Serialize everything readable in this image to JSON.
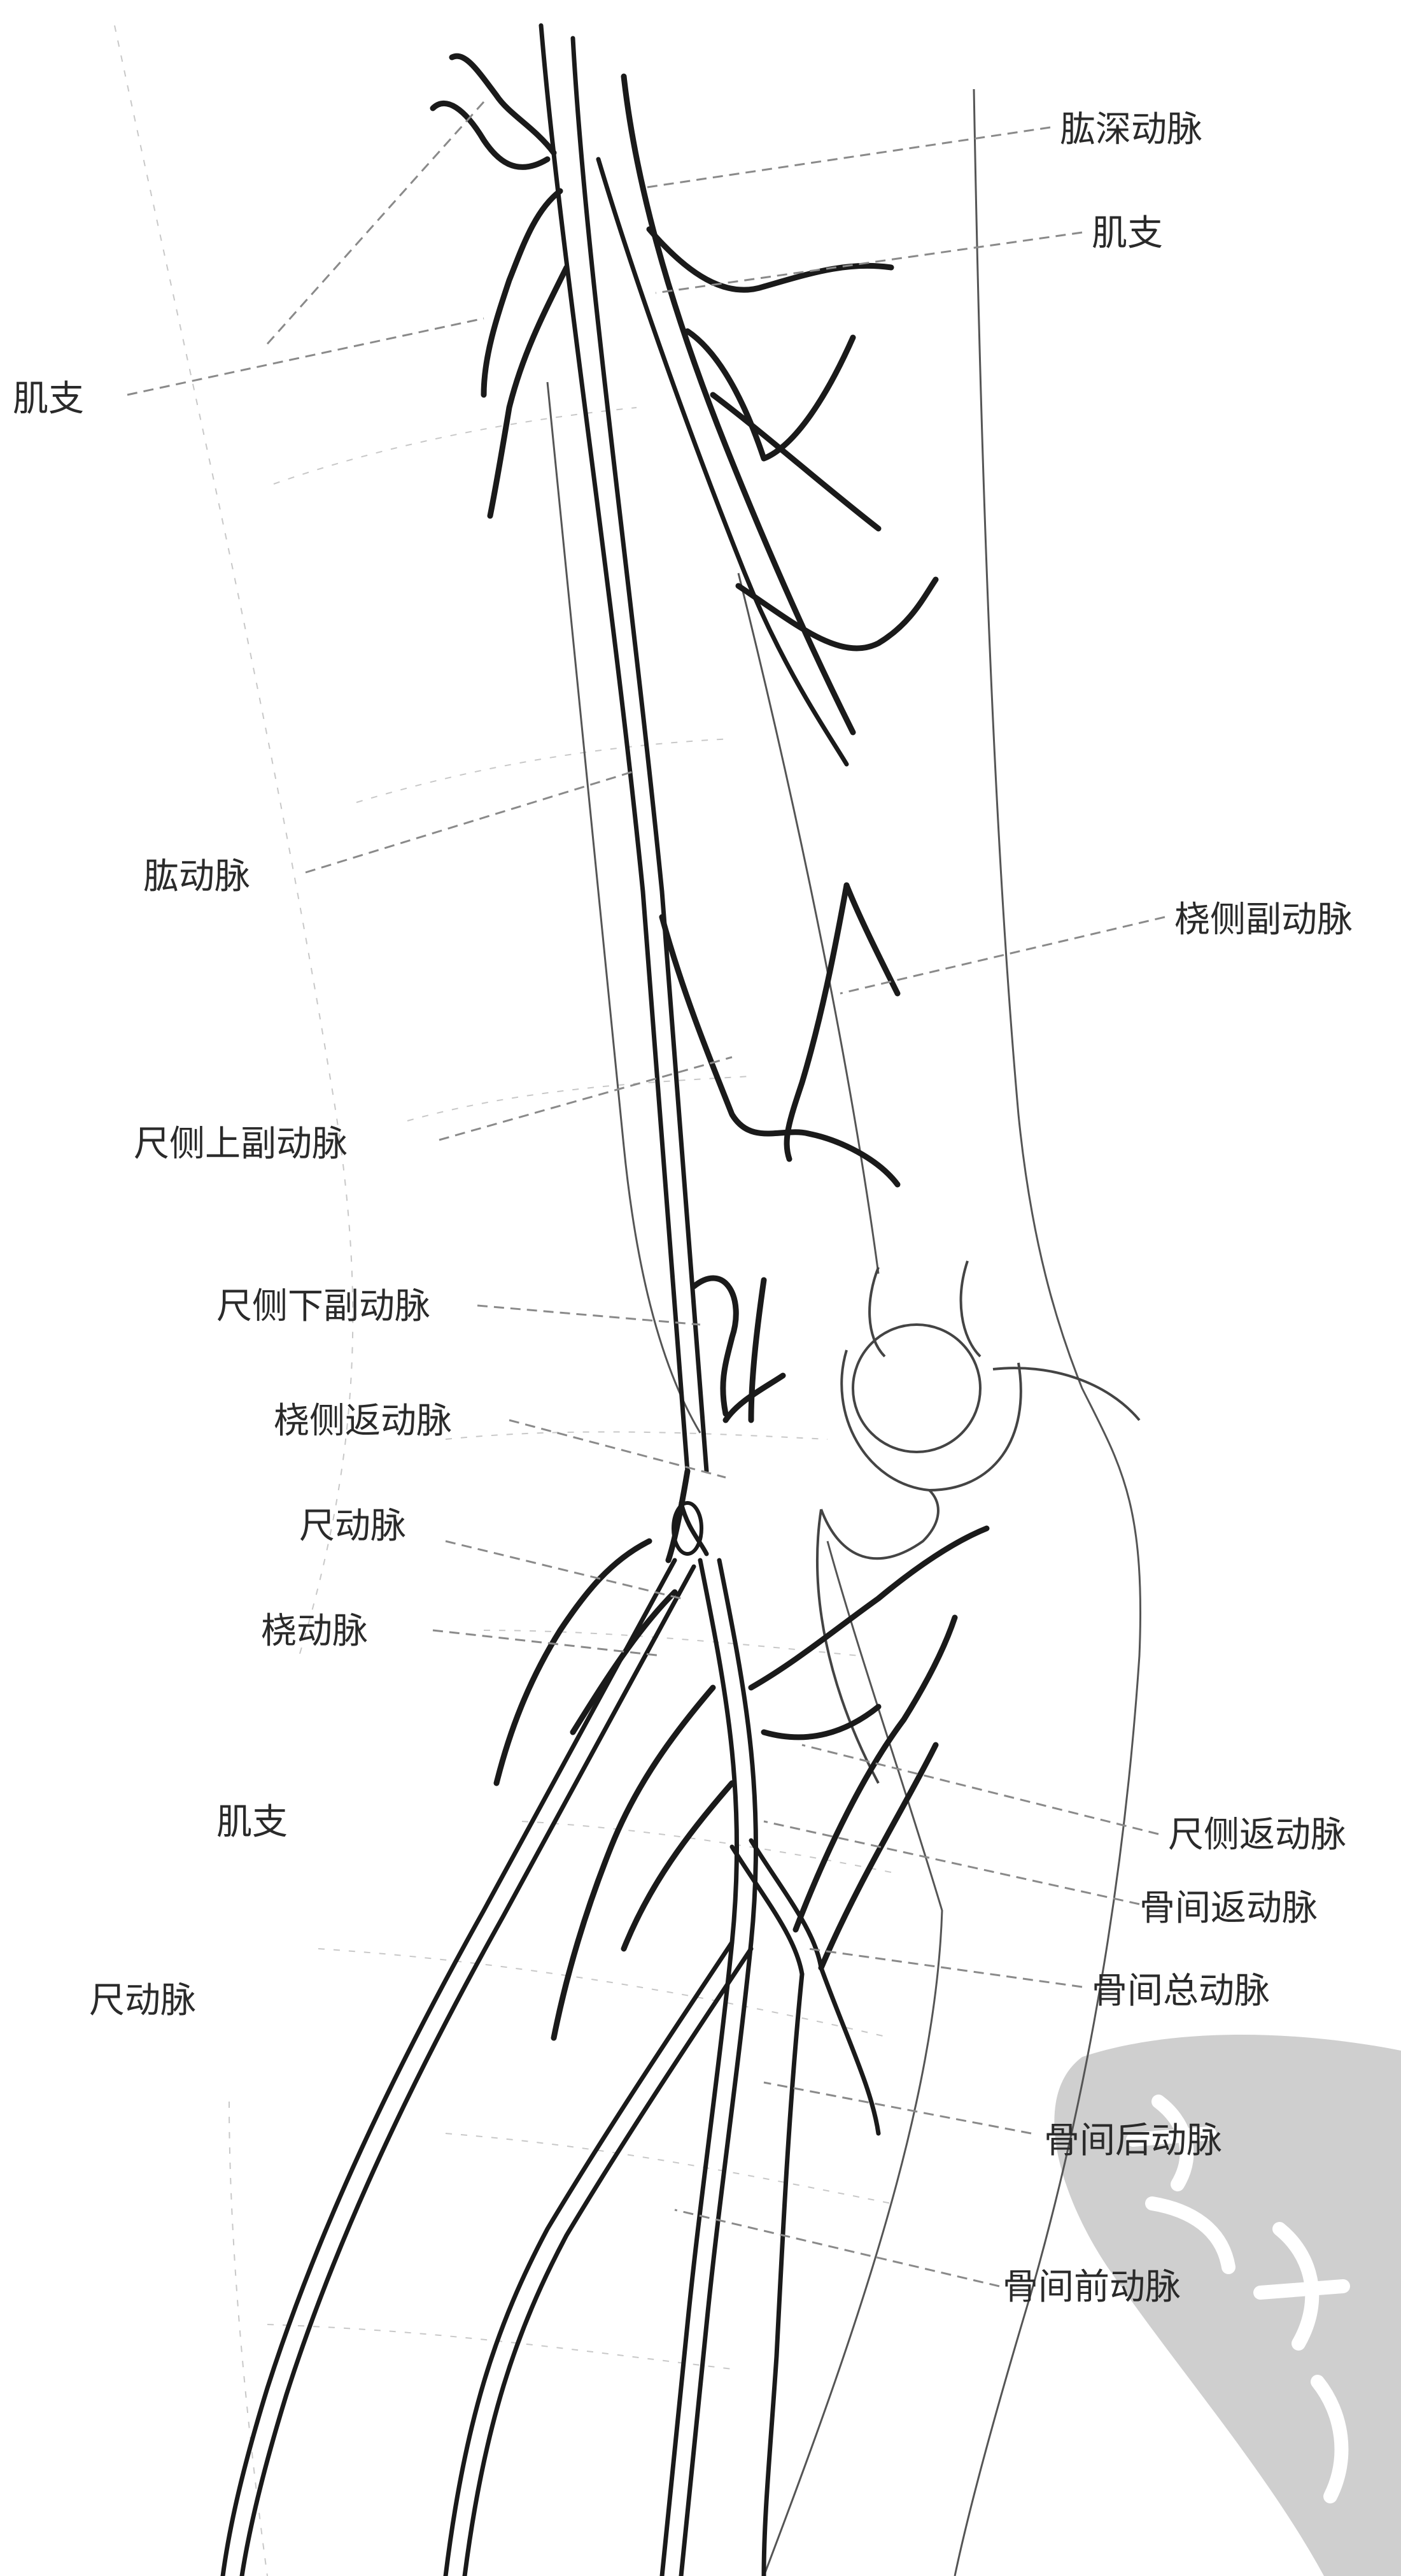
{
  "labels": {
    "profunda_brachii": "肱深动脉",
    "muscular_branch_right": "肌支",
    "muscular_branch_left_top": "肌支",
    "brachial_artery": "肱动脉",
    "radial_collateral": "桡侧副动脉",
    "superior_ulnar_collateral": "尺侧上副动脉",
    "inferior_ulnar_collateral": "尺侧下副动脉",
    "radial_recurrent": "桡侧返动脉",
    "ulnar_artery_upper": "尺动脉",
    "radial_artery": "桡动脉",
    "muscular_branch_left_bottom": "肌支",
    "ulnar_artery_lower": "尺动脉",
    "ulnar_recurrent": "尺侧返动脉",
    "interosseous_recurrent": "骨间返动脉",
    "common_interosseous": "骨间总动脉",
    "posterior_interosseous": "骨间后动脉",
    "anterior_interosseous": "骨间前动脉"
  },
  "colors": {
    "vessel": "#1a1a1a",
    "leader": "#8a8a8a",
    "watermark": "#cfcfcf"
  }
}
